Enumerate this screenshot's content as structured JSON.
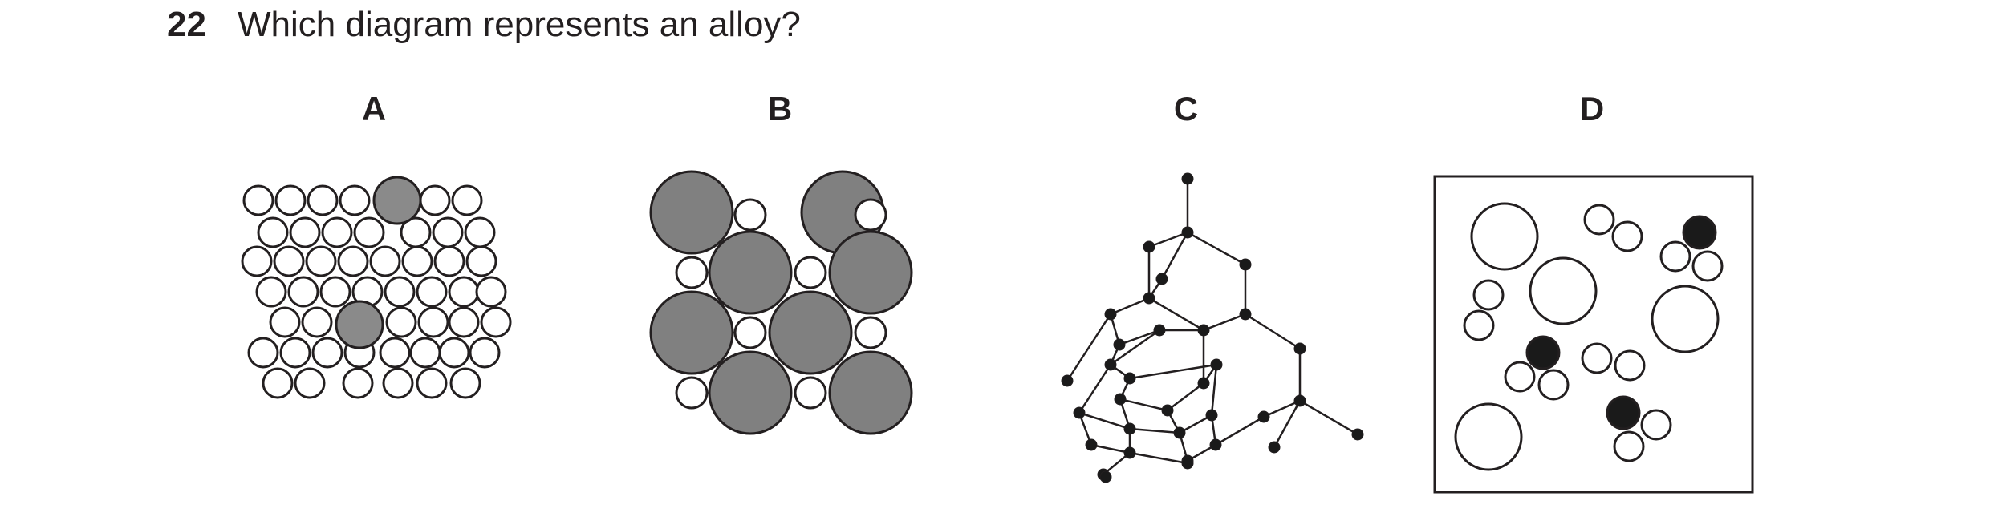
{
  "question": {
    "number": "22",
    "text": "Which diagram represents an alloy?"
  },
  "options": [
    {
      "label": "A"
    },
    {
      "label": "B"
    },
    {
      "label": "C"
    },
    {
      "label": "D"
    }
  ],
  "colors": {
    "outline": "#231f20",
    "grey_atom": "#8a8a8a",
    "dark_grey_atom": "#808080",
    "black_atom": "#1a1a1a",
    "white_atom": "#ffffff"
  }
}
